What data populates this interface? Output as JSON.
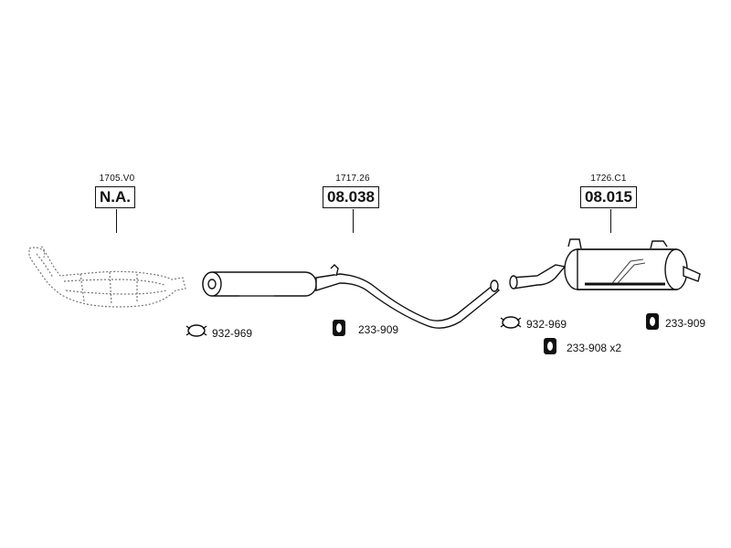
{
  "components": [
    {
      "oe": "1705.V0",
      "part": "N.A."
    },
    {
      "oe": "1717.26",
      "part": "08.038"
    },
    {
      "oe": "1726.C1",
      "part": "08.015"
    }
  ],
  "fittings": [
    {
      "code": "932-969"
    },
    {
      "code": "233-909"
    },
    {
      "code": "932-969"
    },
    {
      "code": "233-909"
    },
    {
      "code": "233-908 x2"
    }
  ],
  "icons": [
    "clamp-icon",
    "rubber-mount-icon"
  ]
}
